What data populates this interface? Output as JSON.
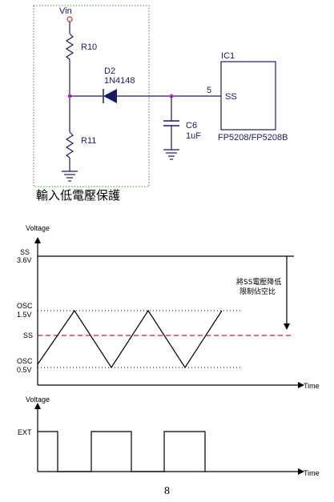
{
  "circuit": {
    "vin": "Vin",
    "r10": "R10",
    "r11": "R11",
    "d2_ref": "D2",
    "d2_part": "1N4148",
    "pin_number": "5",
    "ic_ref": "IC1",
    "ic_pin": "SS",
    "ic_part": "FP5208/FP5208B",
    "cap_ref": "C6",
    "cap_value": "1uF",
    "caption": "輸入低電壓保護"
  },
  "waveform1": {
    "ylabel": "Voltage",
    "xlabel": "Time",
    "ss_top_label": "SS",
    "ss_top_value": "3.6V",
    "osc_high_label": "OSC",
    "osc_high_value": "1.5V",
    "ss_label": "SS",
    "osc_low_label": "OSC",
    "osc_low_value": "0.5V",
    "annotation_line1": "將SS電壓降低",
    "annotation_line2": "限制佔空比"
  },
  "waveform2": {
    "ylabel": "Voltage",
    "xlabel": "Time",
    "ext_label": "EXT"
  },
  "page_number": "8",
  "colors": {
    "circuit_line": "#1a1a66",
    "junction": "#cc33cc",
    "ss_dashed": "#cc2222",
    "frame_dotted": "#448844"
  }
}
